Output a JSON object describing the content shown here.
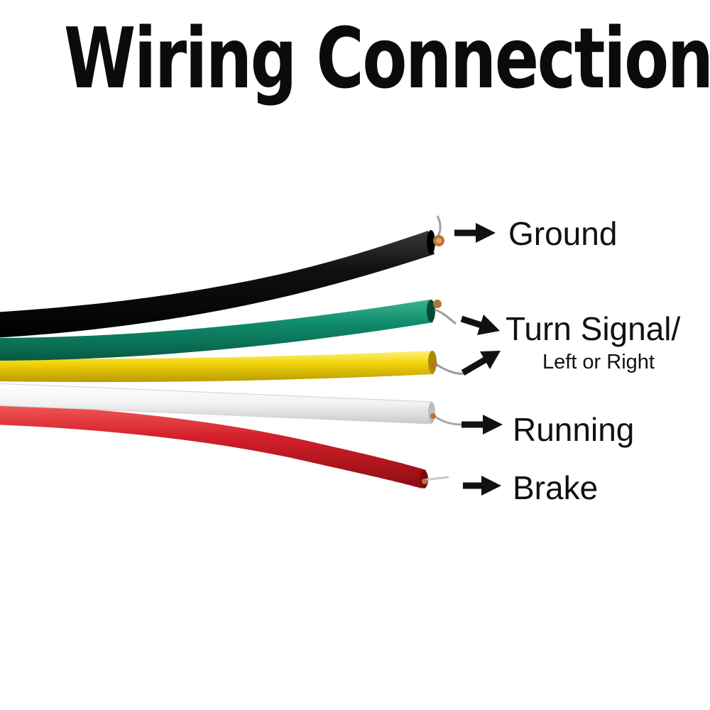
{
  "title": "Wiring Connection",
  "labels": {
    "ground": "Ground",
    "turn_signal": "Turn Signal/",
    "turn_signal_sub": "Left or Right",
    "running": "Running",
    "brake": "Brake"
  },
  "wires": [
    {
      "name": "ground",
      "color": "#111111"
    },
    {
      "name": "turn-signal-green",
      "color": "#0f8a6a"
    },
    {
      "name": "turn-signal-yellow",
      "color": "#f2d40a"
    },
    {
      "name": "running",
      "color": "#f4f4f4"
    },
    {
      "name": "brake",
      "color": "#d3202a"
    }
  ],
  "colors": {
    "text": "#111111",
    "arrow": "#111111",
    "copper": "#b8733a",
    "background": "#ffffff"
  }
}
